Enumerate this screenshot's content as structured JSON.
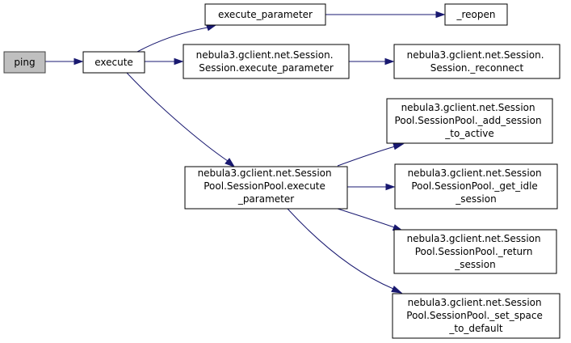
{
  "nodes": {
    "ping": {
      "lines": [
        "ping"
      ]
    },
    "execute": {
      "lines": [
        "execute"
      ]
    },
    "execute_parameter": {
      "lines": [
        "execute_parameter"
      ]
    },
    "reopen": {
      "lines": [
        "_reopen"
      ]
    },
    "session_execute_parameter": {
      "lines": [
        "nebula3.gclient.net.Session.",
        "Session.execute_parameter"
      ]
    },
    "session_reconnect": {
      "lines": [
        "nebula3.gclient.net.Session.",
        "Session._reconnect"
      ]
    },
    "pool_execute_parameter": {
      "lines": [
        "nebula3.gclient.net.Session",
        "Pool.SessionPool.execute",
        "_parameter"
      ]
    },
    "pool_add_session": {
      "lines": [
        "nebula3.gclient.net.Session",
        "Pool.SessionPool._add_session",
        "_to_active"
      ]
    },
    "pool_get_idle": {
      "lines": [
        "nebula3.gclient.net.Session",
        "Pool.SessionPool._get_idle",
        "_session"
      ]
    },
    "pool_return": {
      "lines": [
        "nebula3.gclient.net.Session",
        "Pool.SessionPool._return",
        "_session"
      ]
    },
    "pool_set_space": {
      "lines": [
        "nebula3.gclient.net.Session",
        "Pool.SessionPool._set_space",
        "_to_default"
      ]
    }
  },
  "colors": {
    "edge": "#191970",
    "current_node_fill": "#bfbfbf"
  }
}
